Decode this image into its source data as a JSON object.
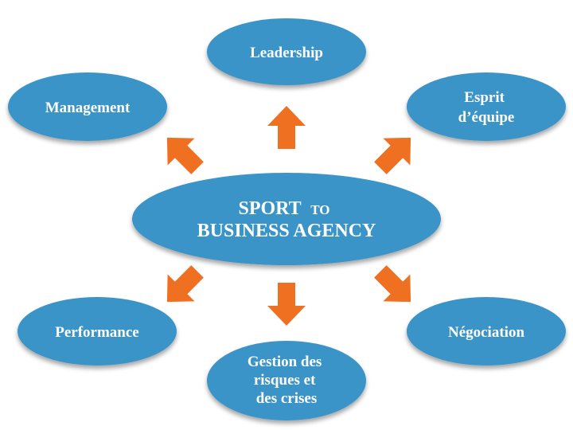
{
  "colors": {
    "node_fill": "#3a94c8",
    "node_shadow": "#9fb4c8",
    "arrow": "#f07021",
    "text": "#ffffff"
  },
  "center": {
    "line1_bold": "SPORT",
    "line1_small": "TO",
    "line2": "BUSINESS AGENCY"
  },
  "nodes": {
    "leadership": {
      "lines": [
        "Leadership"
      ]
    },
    "management": {
      "lines": [
        "Management"
      ]
    },
    "esprit": {
      "lines": [
        "Esprit",
        "d’équipe"
      ]
    },
    "performance": {
      "lines": [
        "Performance"
      ]
    },
    "gestion": {
      "lines": [
        "Gestion des",
        "risques et",
        "des crises"
      ]
    },
    "negociation": {
      "lines": [
        "Négociation"
      ]
    }
  },
  "arrows": {
    "up": "arrow-up-icon",
    "up_left": "arrow-up-left-icon",
    "up_right": "arrow-up-right-icon",
    "down": "arrow-down-icon",
    "down_left": "arrow-down-left-icon",
    "down_right": "arrow-down-right-icon"
  }
}
